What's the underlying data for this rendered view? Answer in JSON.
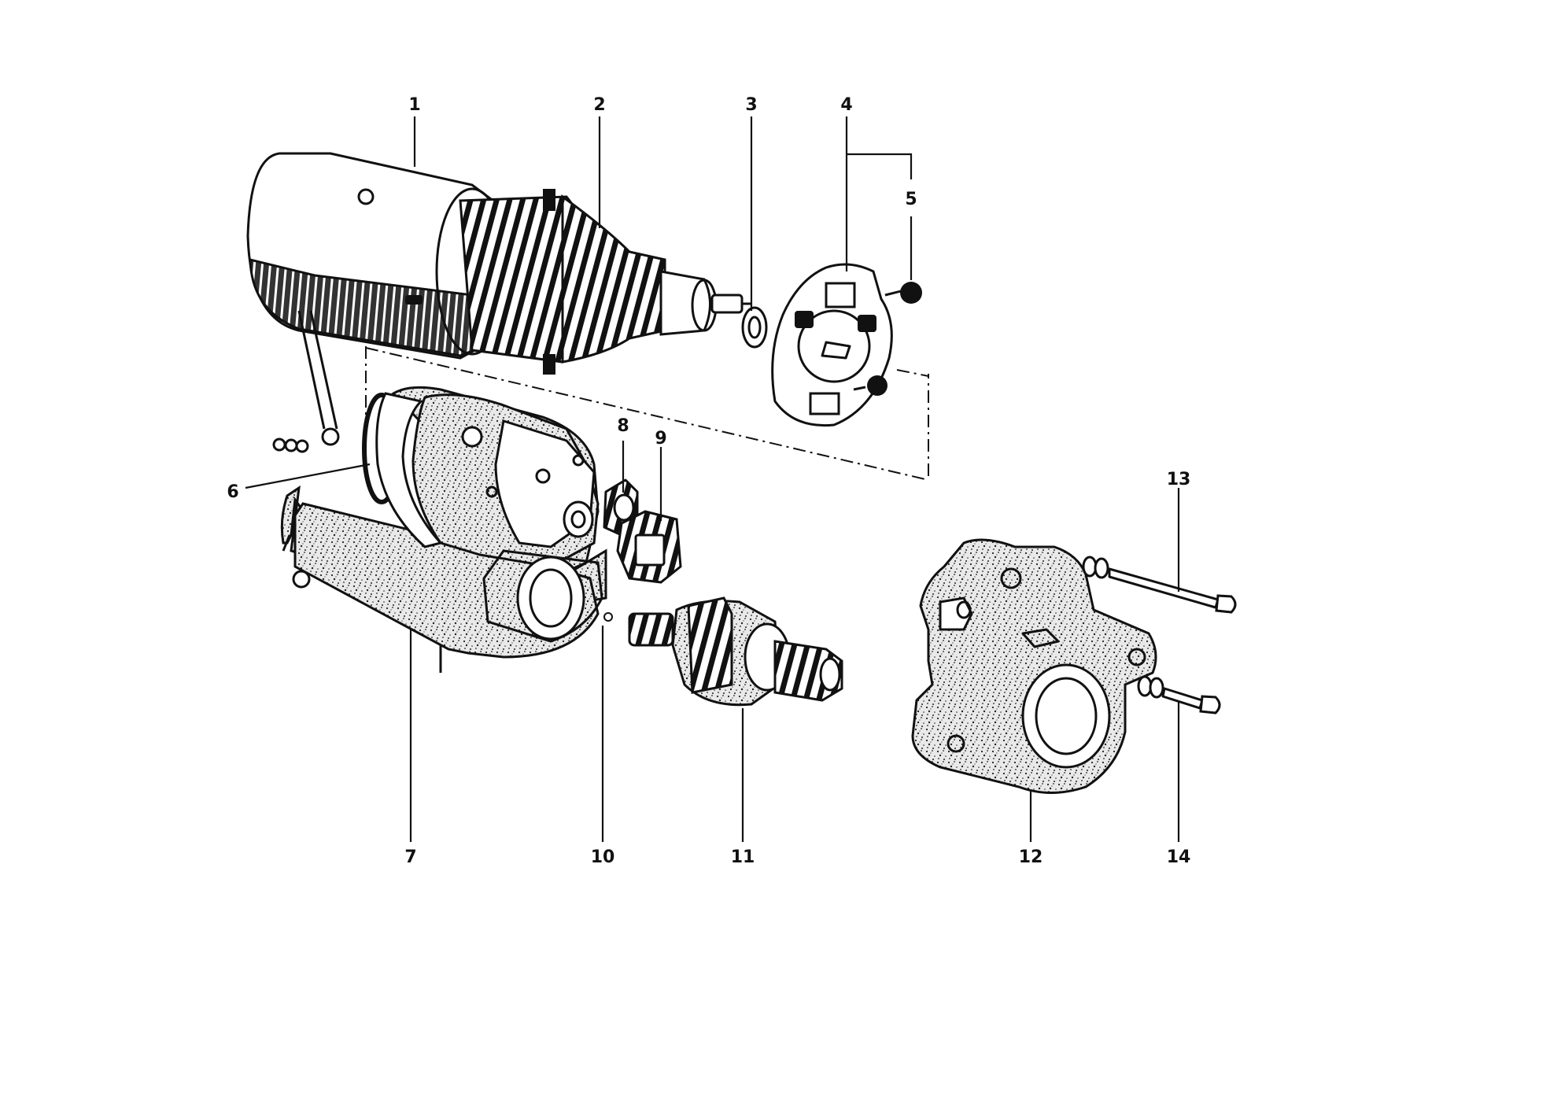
{
  "part_labels": [
    "1",
    "2",
    "3",
    "4",
    "5",
    "6",
    "7",
    "8",
    "9",
    "10",
    "11",
    "12",
    "13",
    "14"
  ]
}
